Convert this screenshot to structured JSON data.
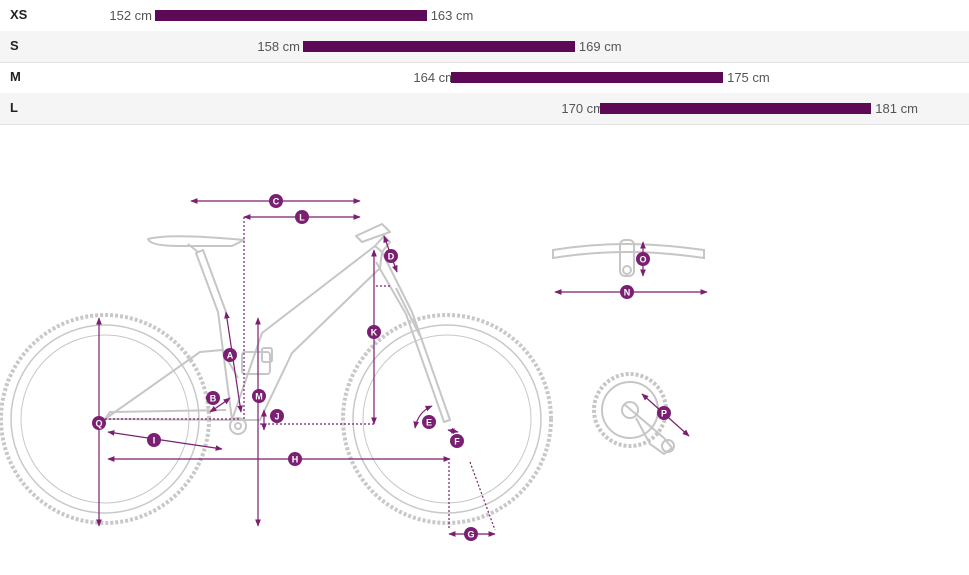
{
  "size_table": {
    "rows": [
      {
        "size": "XS",
        "min": "152 cm",
        "max": "163 cm",
        "min_cm": 152,
        "max_cm": 163
      },
      {
        "size": "S",
        "min": "158 cm",
        "max": "169 cm",
        "min_cm": 158,
        "max_cm": 169
      },
      {
        "size": "M",
        "min": "164 cm",
        "max": "175 cm",
        "min_cm": 164,
        "max_cm": 175
      },
      {
        "size": "L",
        "min": "170 cm",
        "max": "181 cm",
        "min_cm": 170,
        "max_cm": 181
      }
    ],
    "bar_color": "#5c0a55"
  },
  "diagram": {
    "accent_color": "#7a1f72",
    "labels": {
      "A": "A",
      "B": "B",
      "C": "C",
      "D": "D",
      "E": "E",
      "F": "F",
      "G": "G",
      "H": "H",
      "I": "I",
      "J": "J",
      "K": "K",
      "L": "L",
      "M": "M",
      "N": "N",
      "O": "O",
      "P": "P",
      "Q": "Q"
    }
  }
}
